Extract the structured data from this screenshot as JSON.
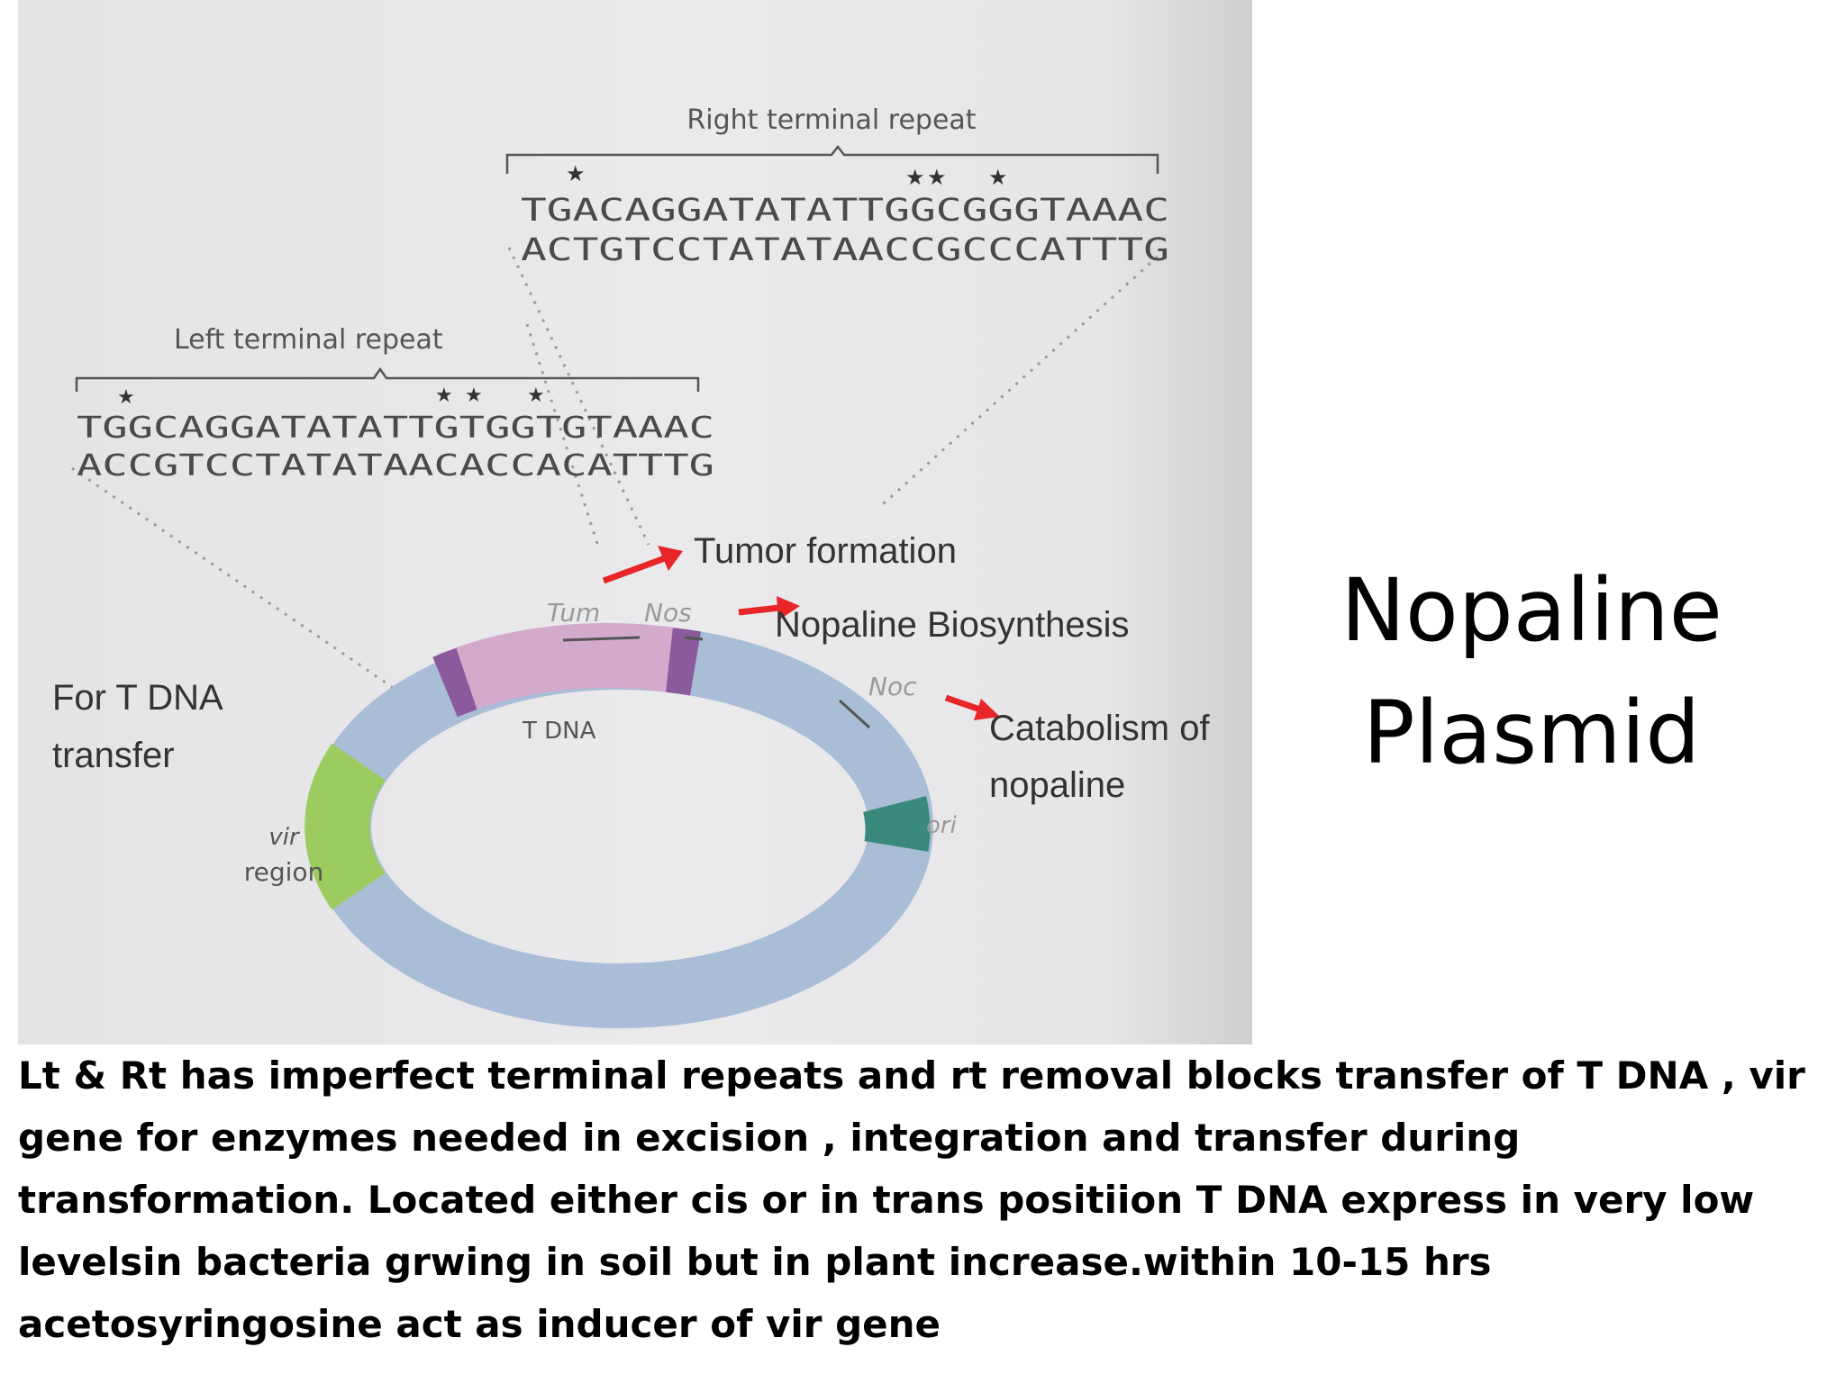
{
  "diagram": {
    "right_repeat": {
      "title": "Right terminal repeat",
      "seq_top": "TGACAGGATATATTGGCGGGTAAAC",
      "seq_bottom": "ACTGTCCTATATAACCGCCCATTTG"
    },
    "left_repeat": {
      "title": "Left terminal repeat",
      "seq_top": "TGGCAGGATATATTGTGGTGTAAAC",
      "seq_bottom": "ACCGTCCTATATAACACCACATTTG"
    },
    "genes": {
      "tum": "Tum",
      "nos": "Nos",
      "noc": "Noc",
      "t_dna": "T DNA",
      "ori": "ori",
      "vir_line1": "vir",
      "vir_line2": "region"
    },
    "labels": {
      "tumor": "Tumor formation",
      "nopaline_bio": "Nopaline Biosynthesis",
      "catabolism_line1": "Catabolism of",
      "catabolism_line2": "nopaline",
      "for_tdna_line1": "For T DNA",
      "for_tdna_line2": "transfer"
    },
    "colors": {
      "plasmid": "#a9bdd6",
      "t_dna": "#d3a9cc",
      "border": "#8a5a9c",
      "vir": "#9ccb5f",
      "ori": "#3a8a7c",
      "arrow": "#e8262a"
    }
  },
  "side_title": {
    "line1": "Nopaline",
    "line2": "Plasmid"
  },
  "caption": {
    "line1": "Lt & Rt  has imperfect terminal repeats and rt removal blocks transfer of T DNA , vir",
    "line2": "gene  for enzymes needed in excision , integration and transfer during",
    "line3": "transformation. Located either cis or in trans positiion  T DNA express in very low",
    "line4": "levelsin bacteria  grwing in soil  but in plant increase.within 10-15 hrs",
    "line5": "acetosyringosine act as inducer of vir gene"
  }
}
